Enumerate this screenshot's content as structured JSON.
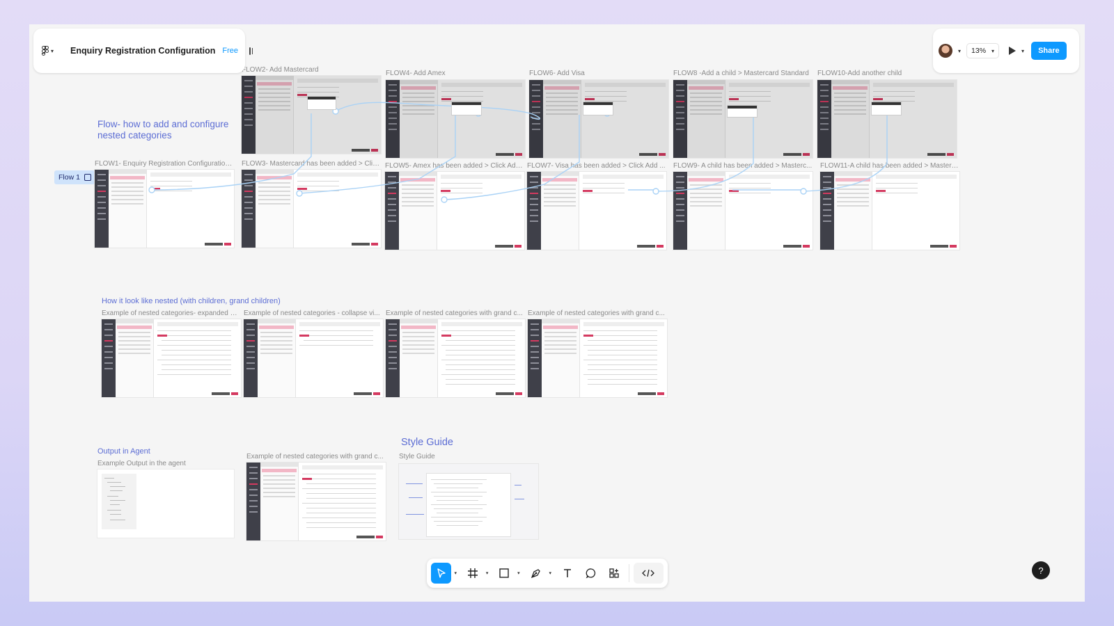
{
  "header": {
    "doc_title": "Enquiry Registration Configuration",
    "plan": "Free",
    "zoom": "13%",
    "share_label": "Share"
  },
  "sections": {
    "flow_title": "Flow- how to add and configure nested categories",
    "nested_title": "How it look like nested (with children, grand children)",
    "output_title": "Output in Agent",
    "style_title": "Style Guide"
  },
  "flow_tag": "Flow 1",
  "frames": {
    "flow1": "FLOW1-  Enquiry Registration Configuration...",
    "flow2": "FLOW2- Add Mastercard",
    "flow3": "FLOW3- Mastercard has been added > Clic...",
    "flow4": "FLOW4- Add Amex",
    "flow5": "FLOW5- Amex has been added > Click Add...",
    "flow6": "FLOW6- Add Visa",
    "flow7": "FLOW7- Visa has been added > Click Add ...",
    "flow8": "FLOW8 -Add a child  > Mastercard Standard",
    "flow9": "FLOW9- A child has been added > Masterc...",
    "flow10": "FLOW10-Add another child",
    "flow11": "FLOW11-A child has been added > Masterc...",
    "nested1": "Example of nested categories- expanded b...",
    "nested2": "Example of nested categories - collapse vi...",
    "nested3": "Example of nested categories with grand c...",
    "nested4": "Example of nested categories with grand c...",
    "output": "Example Output in the agent",
    "nested5": "Example of nested categories with grand c...",
    "style": "Style Guide"
  },
  "toolbar": {
    "tools": [
      "move-tool",
      "frame-tool",
      "shape-tool",
      "pen-tool",
      "text-tool",
      "comment-tool",
      "actions-tool",
      "dev-mode-toggle"
    ]
  },
  "help_label": "?",
  "colors": {
    "accent": "#0d99ff",
    "section_title": "#5c6dd4",
    "flow_line": "#a9d2f6",
    "brand_pink": "#d43a60"
  }
}
